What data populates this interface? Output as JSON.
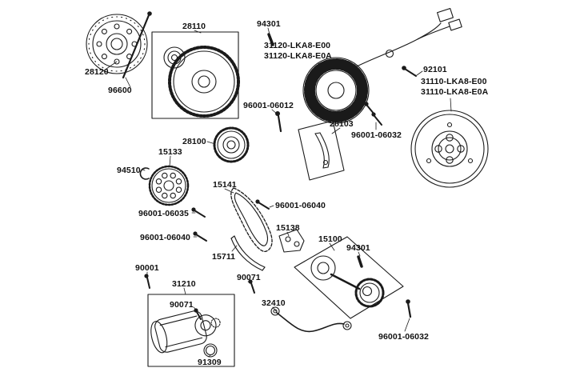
{
  "page": {
    "background_color": "#ffffff",
    "line_color": "#1a1a1a"
  },
  "diagram": {
    "labels": [
      {
        "text": "28120"
      },
      {
        "text": "96600"
      },
      {
        "text": "28110"
      },
      {
        "text": "94301"
      },
      {
        "text": "31120-LKA8-E00"
      },
      {
        "text": "31120-LKA8-E0A"
      },
      {
        "text": "92101"
      },
      {
        "text": "31110-LKA8-E00"
      },
      {
        "text": "31110-LKA8-E0A"
      },
      {
        "text": "96001-06012"
      },
      {
        "text": "28103"
      },
      {
        "text": "96001-06032"
      },
      {
        "text": "28100"
      },
      {
        "text": "15133"
      },
      {
        "text": "94510"
      },
      {
        "text": "15141"
      },
      {
        "text": "96001-06040"
      },
      {
        "text": "96001-06035"
      },
      {
        "text": "96001-06040"
      },
      {
        "text": "15138"
      },
      {
        "text": "15100"
      },
      {
        "text": "94301"
      },
      {
        "text": "15711"
      },
      {
        "text": "90001"
      },
      {
        "text": "90071"
      },
      {
        "text": "31210"
      },
      {
        "text": "90071"
      },
      {
        "text": "32410"
      },
      {
        "text": "96001-06032"
      },
      {
        "text": "91309"
      }
    ]
  }
}
